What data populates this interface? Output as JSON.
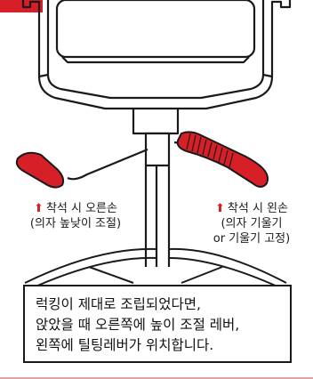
{
  "colors": {
    "accent_red": "#d61f26",
    "line_black": "#1a1a1a"
  },
  "labels": {
    "right": {
      "arrow_icon": "up-arrow-icon",
      "line1": "착석 시 왼손",
      "line2": "(의자 기울기",
      "line3": "or 기울기 고정)"
    },
    "left": {
      "arrow_icon": "up-arrow-icon",
      "line1": "착석 시 오른손",
      "line2": "(의자 높낮이 조절)"
    }
  },
  "callout": {
    "line1": "럭킹이 제대로 조립되었다면,",
    "line2": "앉았을 때 오른쪽에 높이 조절 레버,",
    "line3": "왼쪽에 틸팅레버가 위치합니다."
  }
}
